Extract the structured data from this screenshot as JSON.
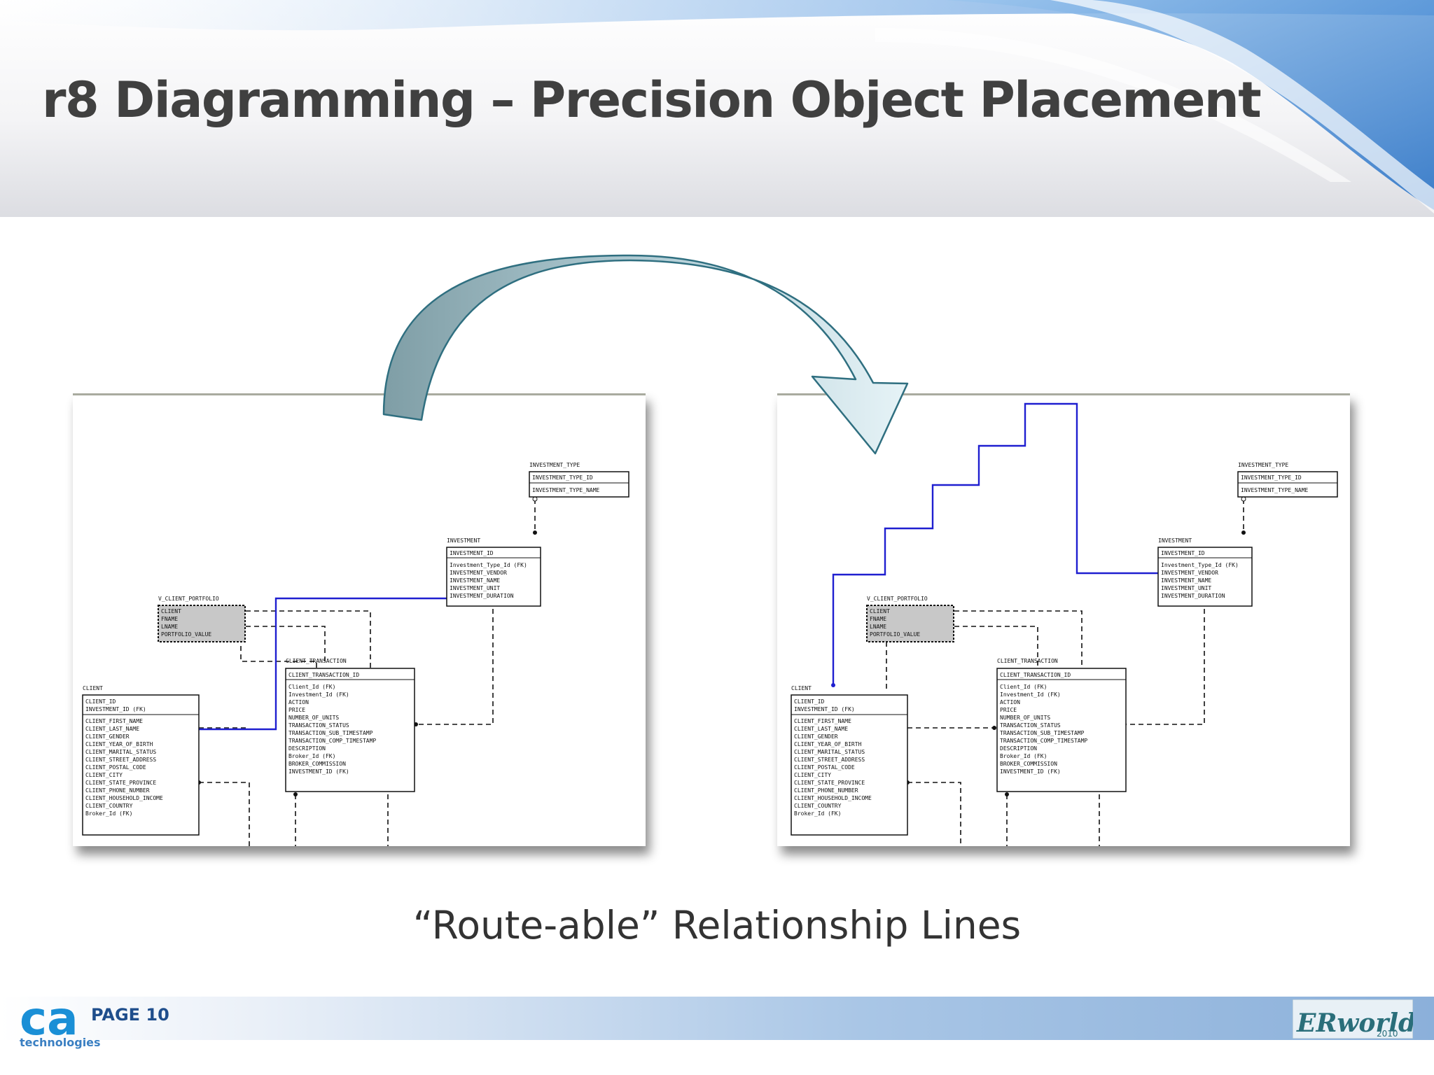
{
  "slide": {
    "title": "r8 Diagramming – Precision Object Placement",
    "caption": "“Route-able” Relationship Lines",
    "page_label": "PAGE 10"
  },
  "branding": {
    "left_logo_text": "ca",
    "left_logo_sub": "technologies",
    "right_logo_text": "ERworld",
    "right_logo_year": "2010"
  },
  "colors": {
    "title": "#404040",
    "banner_blue": "#3a86d8",
    "arrow_fill": "#9ab8c2",
    "arrow_stroke": "#2f6f80",
    "relationship_line": "#1f1fd0",
    "view_entity_fill": "#c8c8c8"
  },
  "diagram": {
    "entities": {
      "investment_type": {
        "name": "INVESTMENT_TYPE",
        "keys": [
          "INVESTMENT_TYPE_ID"
        ],
        "attrs": [
          "INVESTMENT_TYPE_NAME"
        ]
      },
      "investment": {
        "name": "INVESTMENT",
        "keys": [
          "INVESTMENT_ID"
        ],
        "attrs": [
          "Investment_Type_Id (FK)",
          "INVESTMENT_VENDOR",
          "INVESTMENT_NAME",
          "INVESTMENT_UNIT",
          "INVESTMENT_DURATION"
        ]
      },
      "v_client_portfolio": {
        "name": "V_CLIENT_PORTFOLIO",
        "attrs": [
          "CLIENT",
          "FNAME",
          "LNAME",
          "PORTFOLIO_VALUE"
        ]
      },
      "client_transaction": {
        "name": "CLIENT_TRANSACTION",
        "keys": [
          "CLIENT_TRANSACTION_ID"
        ],
        "attrs": [
          "Client_Id (FK)",
          "Investment_Id (FK)",
          "ACTION",
          "PRICE",
          "NUMBER_OF_UNITS",
          "TRANSACTION_STATUS",
          "TRANSACTION_SUB_TIMESTAMP",
          "TRANSACTION_COMP_TIMESTAMP",
          "DESCRIPTION",
          "Broker_Id (FK)",
          "BROKER_COMMISSION",
          "INVESTMENT_ID (FK)"
        ]
      },
      "client": {
        "name": "CLIENT",
        "keys": [
          "CLIENT_ID",
          "INVESTMENT_ID (FK)"
        ],
        "attrs": [
          "CLIENT_FIRST_NAME",
          "CLIENT_LAST_NAME",
          "CLIENT_GENDER",
          "CLIENT_YEAR_OF_BIRTH",
          "CLIENT_MARITAL_STATUS",
          "CLIENT_STREET_ADDRESS",
          "CLIENT_POSTAL_CODE",
          "CLIENT_CITY",
          "CLIENT_STATE_PROVINCE",
          "CLIENT_PHONE_NUMBER",
          "CLIENT_HOUSEHOLD_INCOME",
          "CLIENT_COUNTRY",
          "Broker_Id (FK)"
        ]
      }
    }
  }
}
